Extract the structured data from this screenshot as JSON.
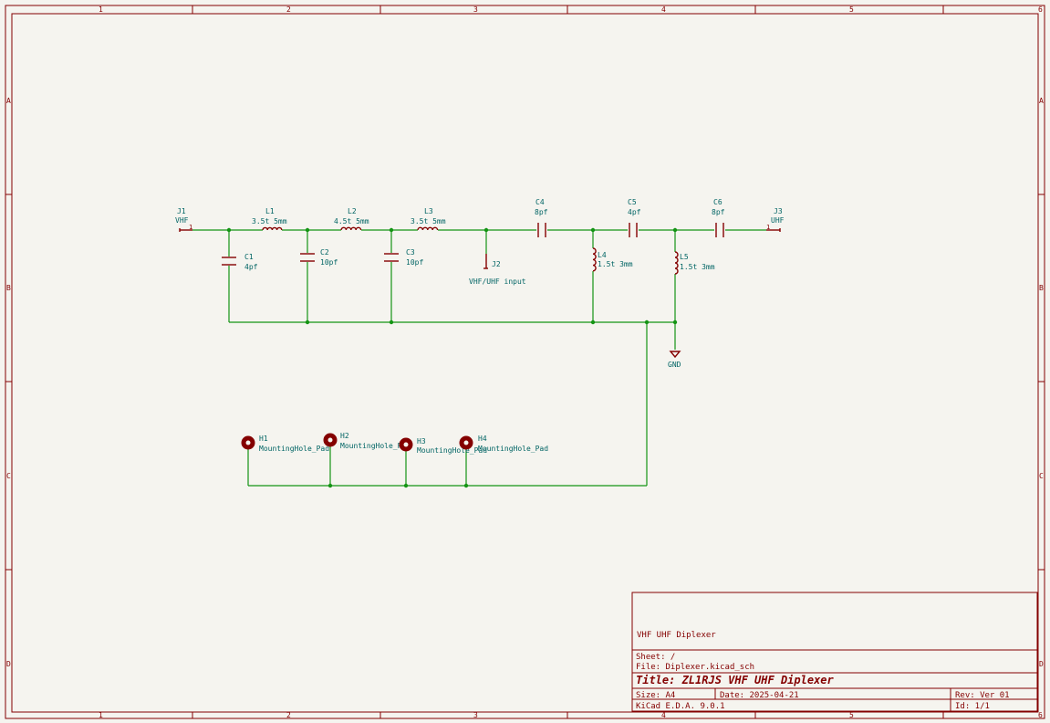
{
  "border": {
    "columns": [
      "1",
      "2",
      "3",
      "4",
      "5",
      "6"
    ],
    "rows": [
      "A",
      "B",
      "C",
      "D"
    ]
  },
  "components": {
    "J1": {
      "ref": "J1",
      "value": "VHF",
      "pin": "1"
    },
    "J2": {
      "ref": "J2",
      "value": "VHF/UHF input"
    },
    "J3": {
      "ref": "J3",
      "value": "UHF",
      "pin": "1"
    },
    "L1": {
      "ref": "L1",
      "value": "3.5t 5mm"
    },
    "L2": {
      "ref": "L2",
      "value": "4.5t 5mm"
    },
    "L3": {
      "ref": "L3",
      "value": "3.5t 5mm"
    },
    "L4": {
      "ref": "L4",
      "value": "1.5t 3mm"
    },
    "L5": {
      "ref": "L5",
      "value": "1.5t 3mm"
    },
    "C1": {
      "ref": "C1",
      "value": "4pf"
    },
    "C2": {
      "ref": "C2",
      "value": "10pf"
    },
    "C3": {
      "ref": "C3",
      "value": "10pf"
    },
    "C4": {
      "ref": "C4",
      "value": "8pf"
    },
    "C5": {
      "ref": "C5",
      "value": "4pf"
    },
    "C6": {
      "ref": "C6",
      "value": "8pf"
    },
    "GND": {
      "value": "GND"
    },
    "H1": {
      "ref": "H1",
      "value": "MountingHole_Pad"
    },
    "H2": {
      "ref": "H2",
      "value": "MountingHole_Pad"
    },
    "H3": {
      "ref": "H3",
      "value": "MountingHole_Pad"
    },
    "H4": {
      "ref": "H4",
      "value": "MountingHole_Pad"
    }
  },
  "title_block": {
    "comment": "VHF UHF Diplexer",
    "sheet": "Sheet: /",
    "file": "File: Diplexer.kicad_sch",
    "title": "Title: ZL1RJS VHF UHF Diplexer",
    "size": "Size: A4",
    "date": "Date: 2025-04-21",
    "rev": "Rev: Ver 01",
    "app": "KiCad E.D.A. 9.0.1",
    "id": "Id: 1/1"
  },
  "colors": {
    "frame": "#840000",
    "wire": "#149414",
    "text": "#006464",
    "background": "#f5f4ef"
  }
}
